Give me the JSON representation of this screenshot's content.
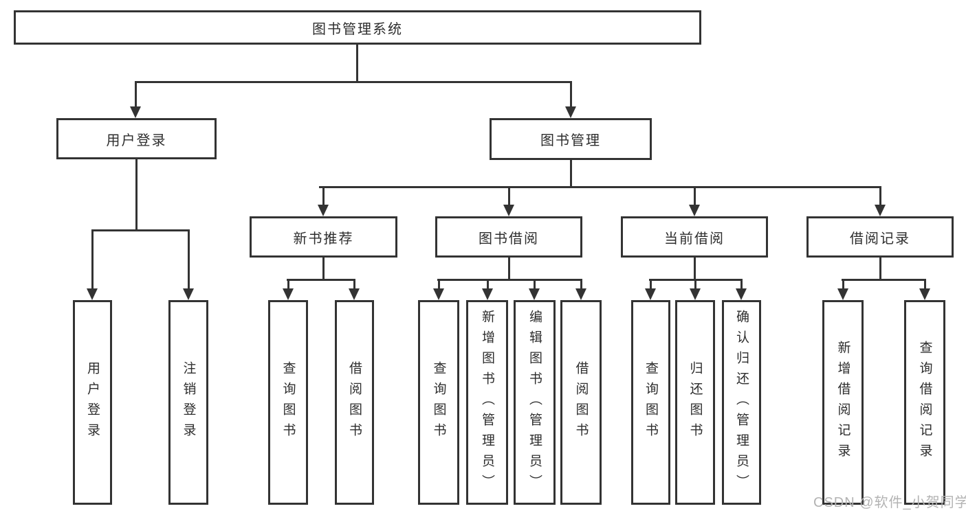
{
  "diagram_title": "图书管理系统",
  "nodes": {
    "root": "图书管理系统",
    "user_login": "用户登录",
    "book_mgmt": "图书管理",
    "new_book_rec": "新书推荐",
    "book_borrow": "图书借阅",
    "current_borrow": "当前借阅",
    "borrow_records": "借阅记录",
    "leaf_user_login": "用户登录",
    "leaf_logout": "注销登录",
    "leaf_rec_query": "查询图书",
    "leaf_rec_borrow": "借阅图书",
    "leaf_bb_query": "查询图书",
    "leaf_bb_add": "新增图书（管理员）",
    "leaf_bb_edit": "编辑图书（管理员）",
    "leaf_bb_borrow": "借阅图书",
    "leaf_cb_query": "查询图书",
    "leaf_cb_return": "归还图书",
    "leaf_cb_confirm": "确认归还（管理员）",
    "leaf_br_add": "新增借阅记录",
    "leaf_br_query": "查询借阅记录"
  },
  "watermark": "CSDN @软件_小贺同学",
  "colors": {
    "line": "#333333",
    "text": "#2d2d2d",
    "watermark": "#b3b3b3",
    "background": "#ffffff"
  }
}
